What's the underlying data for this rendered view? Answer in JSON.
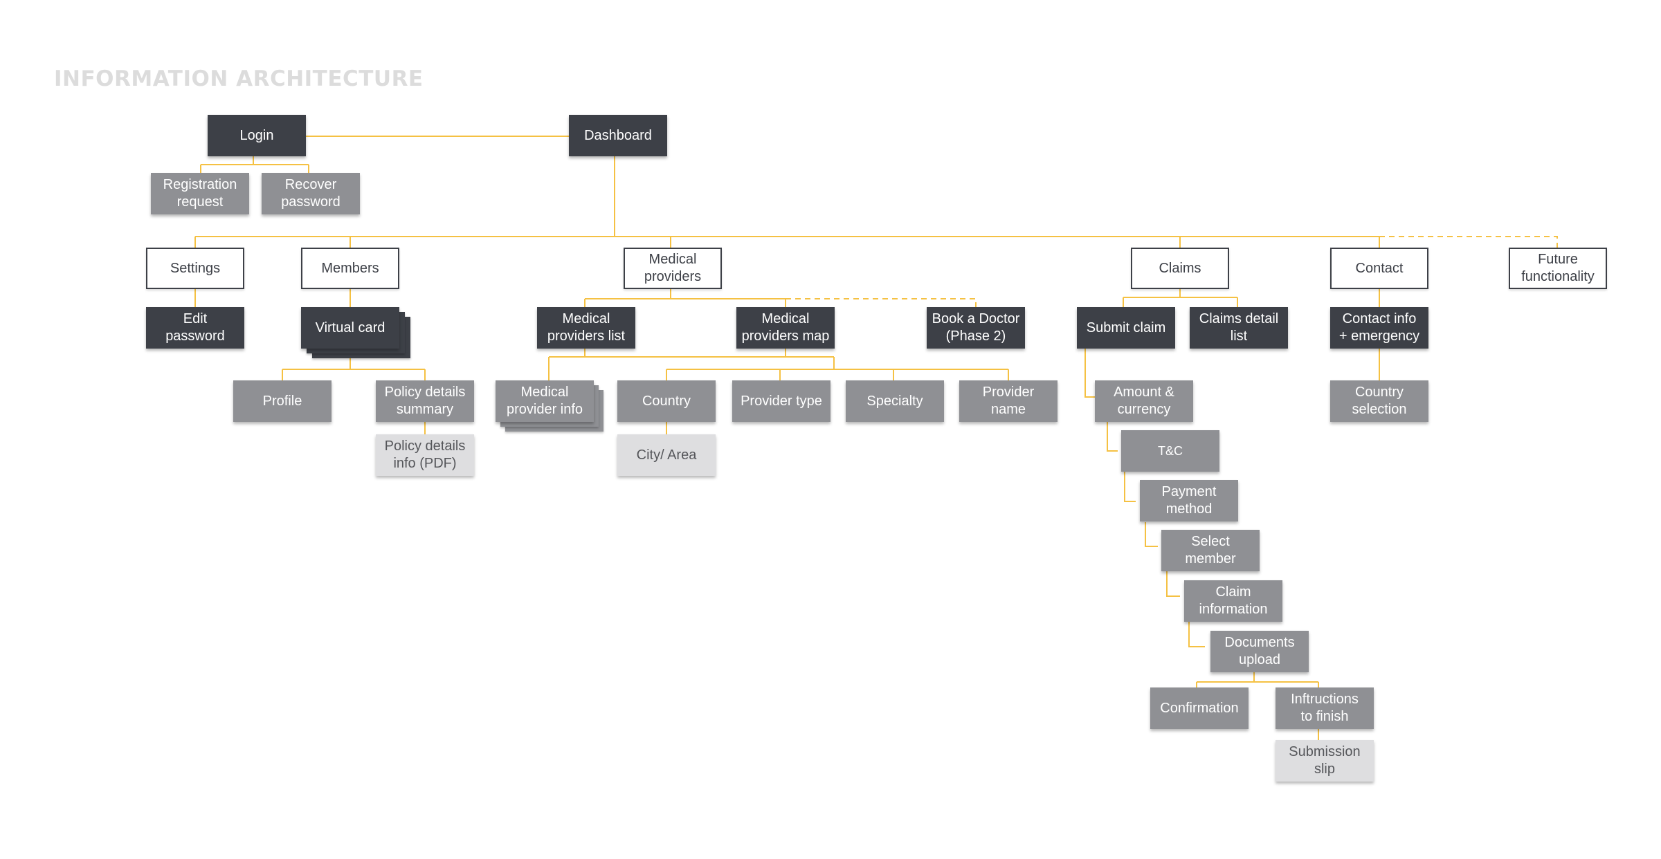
{
  "title": "INFORMATION ARCHITECTURE",
  "colors": {
    "connector": "#f5c143",
    "dark": "#3d4047",
    "mid": "#8f9094",
    "light": "#dedee0",
    "outline": "#ffffff"
  },
  "nodes": {
    "login": "Login",
    "dashboard": "Dashboard",
    "registration_request": "Registration\nrequest",
    "recover_password": "Recover\npassword",
    "settings": "Settings",
    "members": "Members",
    "medical_providers": "Medical\nproviders",
    "claims": "Claims",
    "contact": "Contact",
    "future_functionality": "Future\nfunctionality",
    "edit_password": "Edit\npassword",
    "virtual_card": "Virtual card",
    "profile": "Profile",
    "policy_details_summary": "Policy details\nsummary",
    "policy_details_info_pdf": "Policy details\ninfo (PDF)",
    "medical_providers_list": "Medical\nproviders list",
    "medical_providers_map": "Medical\nproviders map",
    "book_a_doctor": "Book a Doctor\n(Phase 2)",
    "medical_provider_info": "Medical\nprovider info",
    "country": "Country",
    "city_area": "City/ Area",
    "provider_type": "Provider type",
    "specialty": "Specialty",
    "provider_name": "Provider\nname",
    "submit_claim": "Submit claim",
    "claims_detail_list": "Claims detail\nlist",
    "amount_currency": "Amount &\ncurrency",
    "tc": "T&C",
    "payment_method": "Payment\nmethod",
    "select_member": "Select\nmember",
    "claim_information": "Claim\ninformation",
    "documents_upload": "Documents\nupload",
    "confirmation": "Confirmation",
    "instructions_to_finish": "Inftructions\nto finish",
    "submission_slip": "Submission\nslip",
    "contact_info_emergency": "Contact info\n+ emergency",
    "country_selection": "Country\nselection"
  }
}
